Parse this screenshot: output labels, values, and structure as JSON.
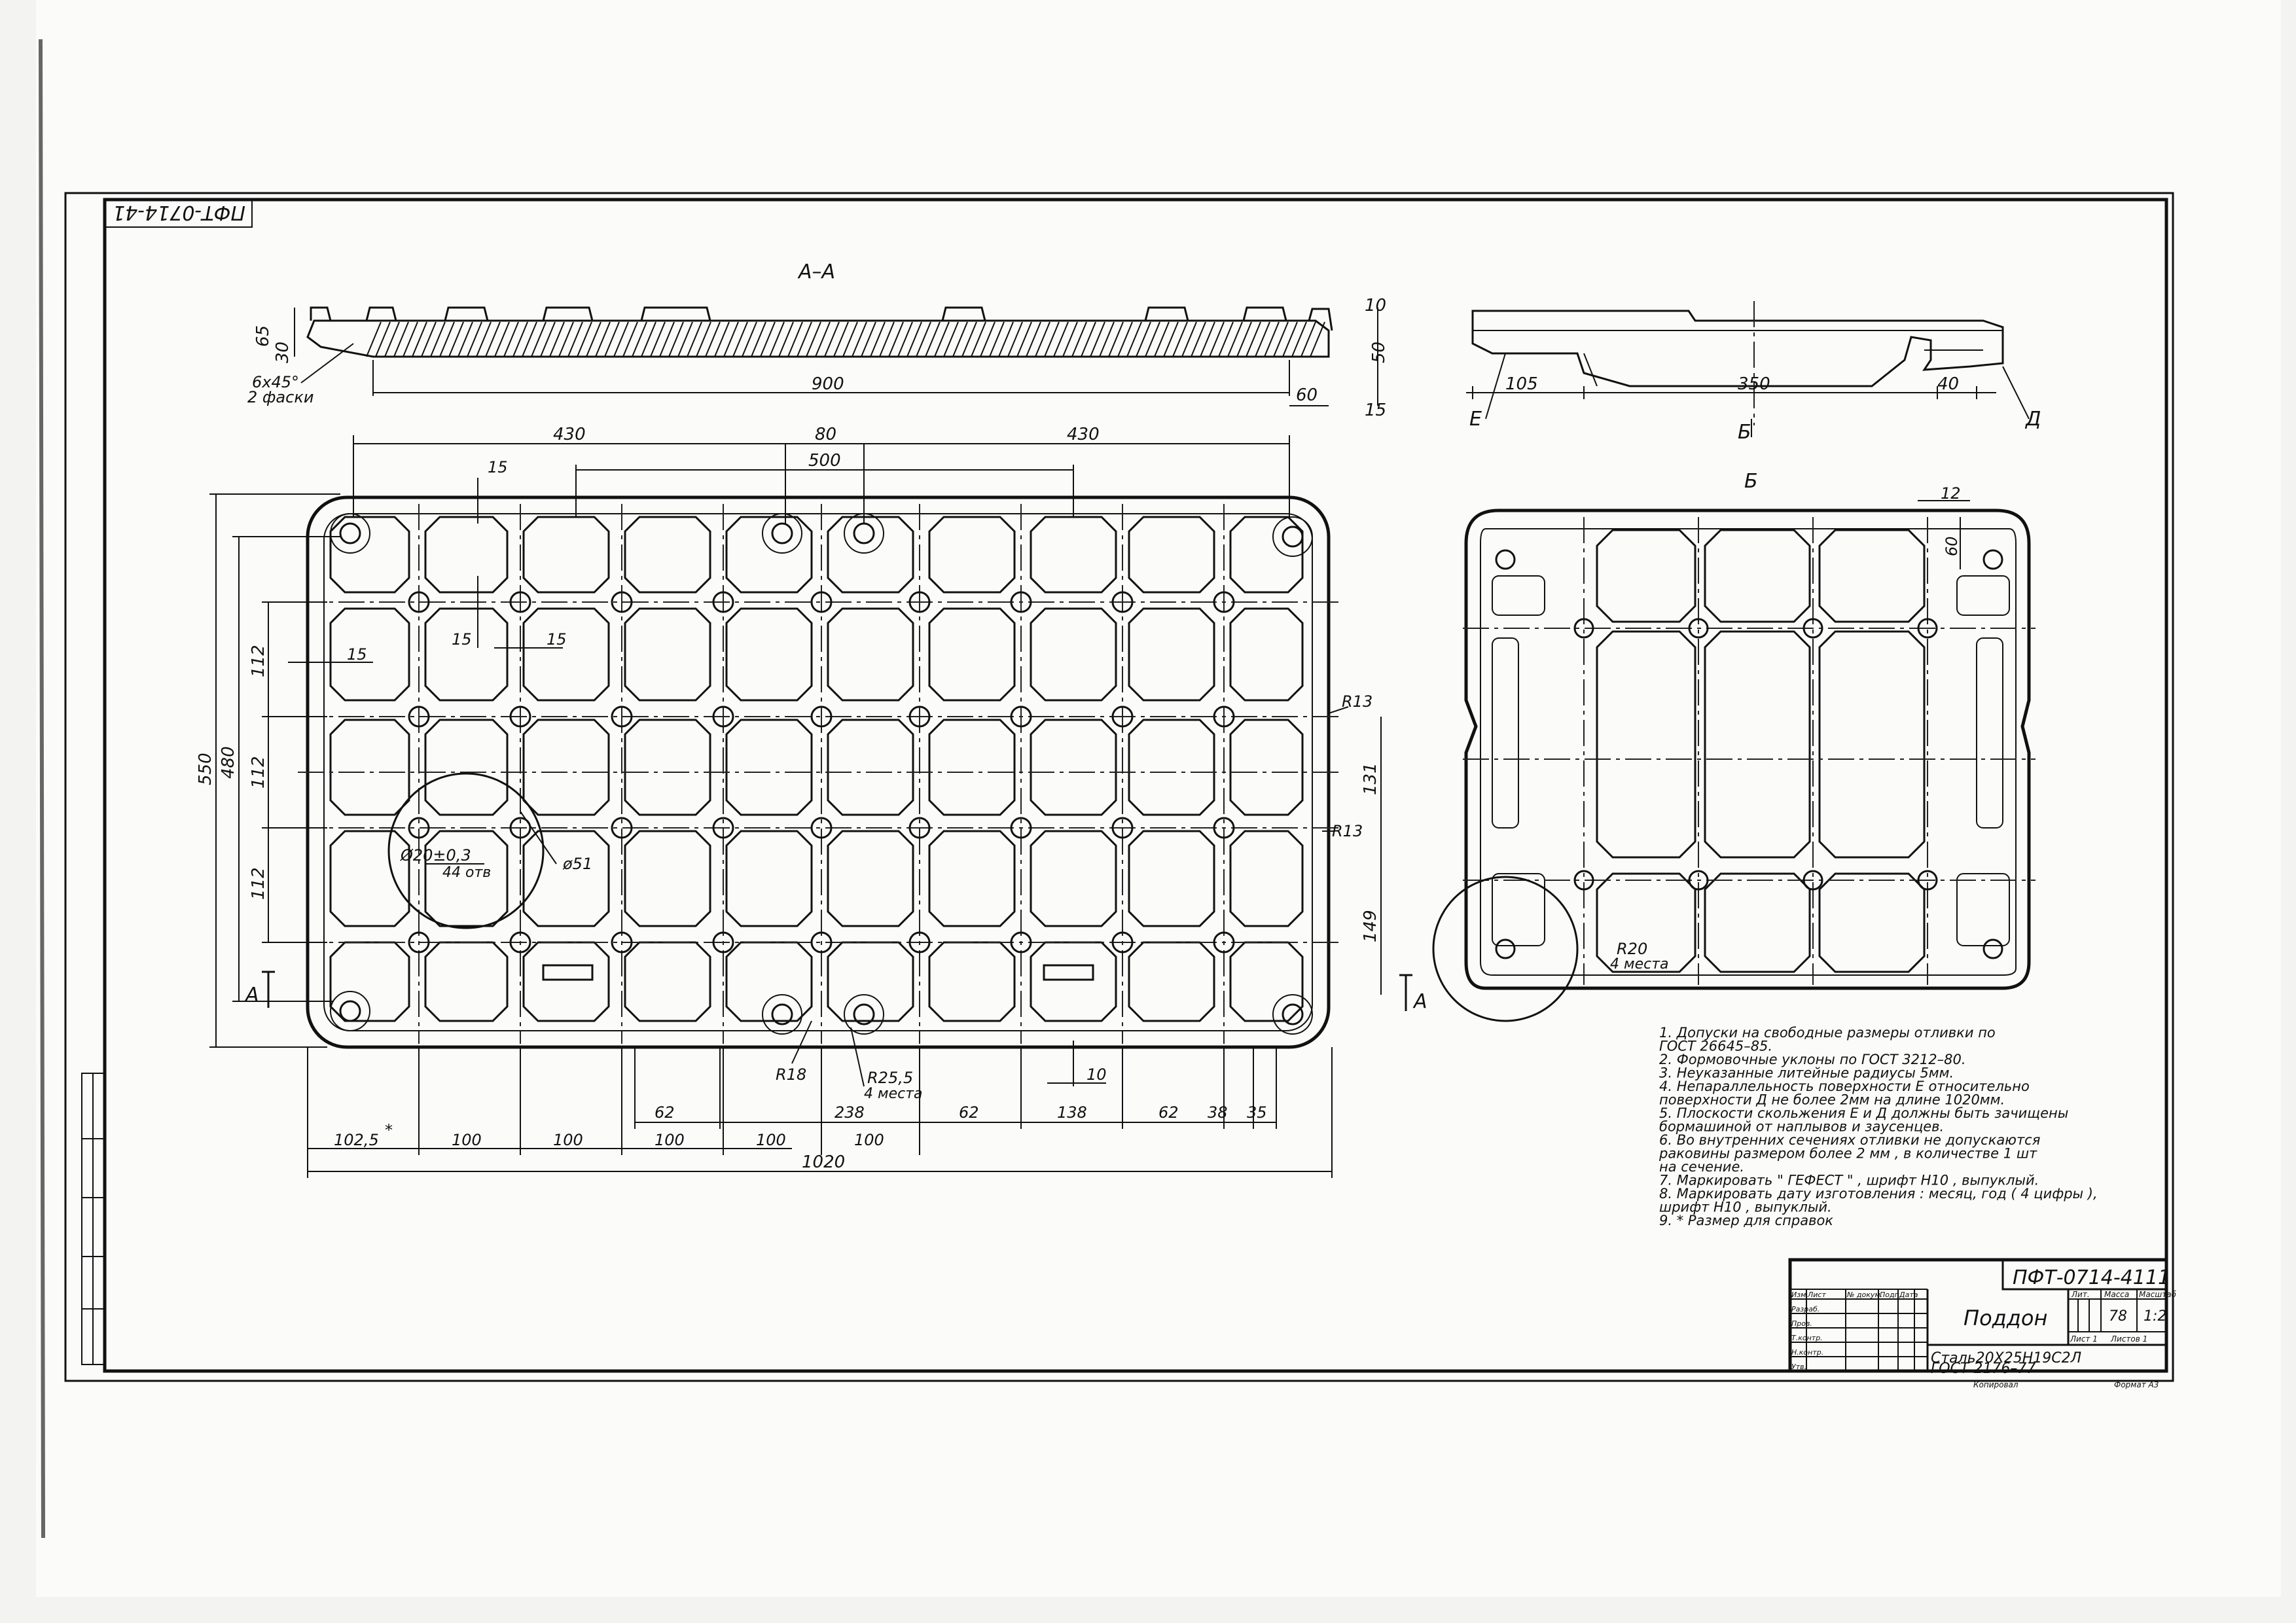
{
  "stamp_code": "ПФТ-0714-4111",
  "rotated_code": "ПФТ-0714-41",
  "section_label": "А–А",
  "view_label": "Б",
  "arrow_label_a": "А",
  "arrow_label_b": "Б",
  "edge_labels": {
    "e": "Е",
    "d": "Д"
  },
  "section_dims": {
    "d65": "65",
    "d30": "30",
    "chamfer": "6x45°",
    "chamfer_note": "2 фаски",
    "d900": "900",
    "d60": "60",
    "d10": "10",
    "d50": "50",
    "d15": "15"
  },
  "side_dims": {
    "d105": "105",
    "d350": "350",
    "d40": "40"
  },
  "plan_dims": {
    "d430a": "430",
    "d80": "80",
    "d430b": "430",
    "d500": "500",
    "d15a": "15",
    "d15b": "15",
    "d15c": "15",
    "d15d": "15",
    "d550": "550",
    "d480": "480",
    "d112a": "112",
    "d112b": "112",
    "d112c": "112",
    "r13a": "R13",
    "r13b": "R13",
    "d131": "131",
    "d149": "149",
    "hole": "Ø20±0,3",
    "hole_count": "44 отв",
    "d51": "ø51",
    "r18": "R18",
    "r25": "R25,5",
    "r25_note": "4 места",
    "d10": "10",
    "bottom_row": [
      "102,5",
      "100",
      "100",
      "100",
      "100",
      "100"
    ],
    "star": "*",
    "mid_row": [
      "62",
      "238",
      "62",
      "138",
      "62",
      "38",
      "35"
    ],
    "d1020": "1020"
  },
  "view_b_dims": {
    "d12": "12",
    "d60": "60",
    "r20": "R20",
    "r20_note": "4 места"
  },
  "notes": [
    "1. Допуски на свободные размеры отливки по",
    "    ГОСТ 26645–85.",
    "2. Формовочные уклоны по ГОСТ 3212–80.",
    "3. Неуказанные литейные радиусы 5мм.",
    "4. Непараллельность поверхности Е относительно",
    "    поверхности Д не более 2мм на длине 1020мм.",
    "5. Плоскости скольжения Е и Д должны быть зачищены",
    "    бормашиной от наплывов и заусенцев.",
    "6. Во внутренних сечениях отливки  не допускаются",
    "    раковины размером более 2 мм , в количестве 1 шт",
    "    на сечение.",
    "7. Маркировать \" ГЕФЕСТ \" ,  шрифт Н10 ,  выпуклый.",
    "8. Маркировать дату изготовления :  месяц, год ( 4 цифры ),",
    "    шрифт Н10 , выпуклый.",
    "9.  * Размер для справок"
  ],
  "title_block": {
    "code": "ПФТ-0714-4111",
    "name": "Поддон",
    "material": "Сталь20Х25Н19С2Л",
    "material_std": "ГОСТ 2176–77",
    "mass": "78",
    "scale": "1:2",
    "col_lit": "Лит.",
    "col_mass": "Масса",
    "col_scale": "Масштаб",
    "sheet": "Лист 1",
    "sheets": "Листов 1",
    "rows": [
      "Изм.",
      "Лист",
      "№ докум.",
      "Подп.",
      "Дата",
      "Разраб.",
      "Пров.",
      "Т.контр.",
      "Н.контр.",
      "Утв."
    ],
    "copied": "Копировал",
    "format": "Формат А3"
  }
}
